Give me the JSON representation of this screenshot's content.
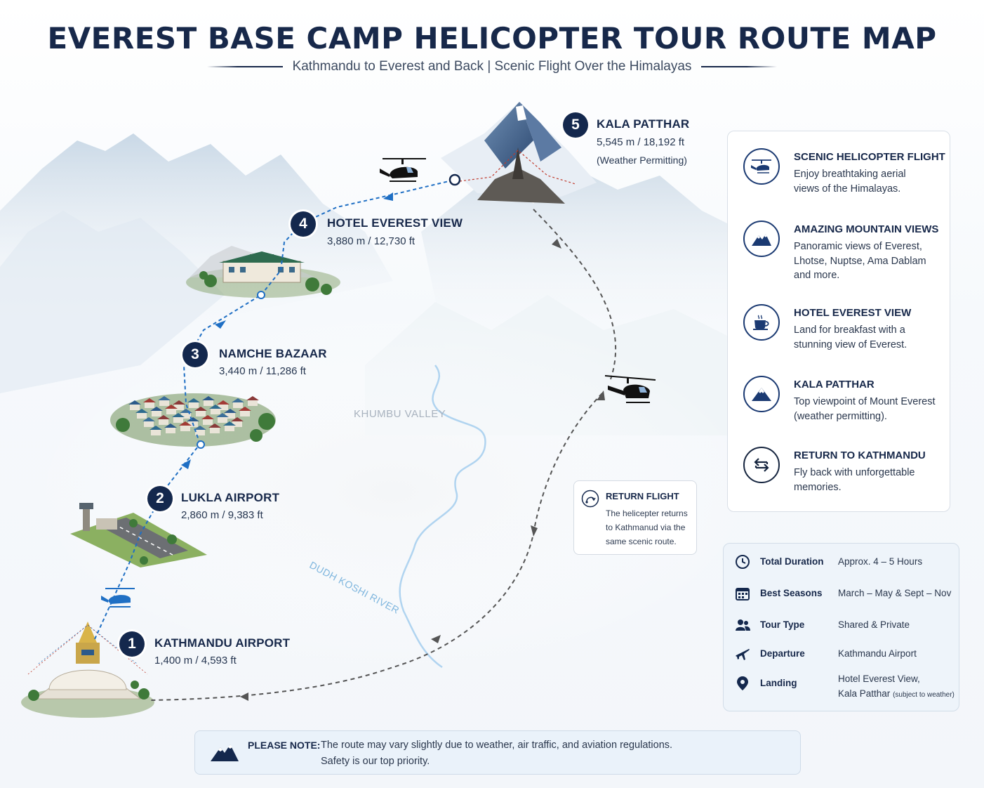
{
  "title": "EVEREST BASE CAMP HELICOPTER TOUR ROUTE MAP",
  "subtitle": "Kathmandu to Everest and Back | Scenic Flight Over the Himalayas",
  "stops": [
    {
      "number": "1",
      "name": "KATHMANDU AIRPORT",
      "altitude": "1,400 m / 4,593 ft"
    },
    {
      "number": "2",
      "name": "LUKLA AIRPORT",
      "altitude": "2,860 m / 9,383 ft"
    },
    {
      "number": "3",
      "name": "NAMCHE BAZAAR",
      "altitude": "3,440 m / 11,286 ft"
    },
    {
      "number": "4",
      "name": "HOTEL EVEREST VIEW",
      "altitude": "3,880 m / 12,730 ft"
    },
    {
      "number": "5",
      "name": "KALA PATTHAR",
      "altitude": "5,545 m / 18,192 ft",
      "note": "(Weather Permitting)"
    }
  ],
  "map_labels": {
    "valley": "KHUMBU VALLEY",
    "river": "DUDH KOSHI RIVER"
  },
  "return_flight": {
    "title": "RETURN FLIGHT",
    "lines": [
      "The helicepter returns",
      "to Kathmanud via the",
      "same scenic route."
    ],
    "icon": "return-route-icon"
  },
  "features": [
    {
      "icon": "helicopter-icon",
      "title": "SCENIC HELICOPTER FLIGHT",
      "lines": [
        "Enjoy breathtaking aerial",
        "views of the Himalayas."
      ]
    },
    {
      "icon": "mountain-icon",
      "title": "AMAZING MOUNTAIN VIEWS",
      "lines": [
        "Panoramic views of Everest,",
        "Lhotse, Nuptse, Ama Dablam",
        "and more."
      ]
    },
    {
      "icon": "coffee-cup-icon",
      "title": "HOTEL EVEREST VIEW",
      "lines": [
        "Land for breakfast with a",
        "stunning view of Everest."
      ]
    },
    {
      "icon": "summit-icon",
      "title": "KALA PATTHAR",
      "lines": [
        "Top viewpoint of Mount Everest",
        "(weather permitting)."
      ]
    },
    {
      "icon": "return-arrows-icon",
      "title": "RETURN TO KATHMANDU",
      "lines": [
        "Fly back with unforgettable",
        "memories."
      ]
    }
  ],
  "tour_info": [
    {
      "icon": "clock-icon",
      "label": "Total Duration",
      "value": "Approx. 4 – 5 Hours"
    },
    {
      "icon": "calendar-icon",
      "label": "Best Seasons",
      "value": "March – May & Sept – Nov"
    },
    {
      "icon": "people-icon",
      "label": "Tour Type",
      "value": "Shared & Private"
    },
    {
      "icon": "plane-icon",
      "label": "Departure",
      "value": "Kathmandu Airport"
    },
    {
      "icon": "location-pin-icon",
      "label": "Landing",
      "value": "Hotel Everest View,",
      "value_line2": "Kala Patthar",
      "value_line2_small": "(subject to weather)"
    }
  ],
  "note": {
    "label": "PLEASE NOTE:",
    "line1": "The route may vary slightly due to weather, air traffic, and aviation regulations.",
    "line2": "Safety is our top priority."
  },
  "colors": {
    "navy": "#14284d",
    "route_blue": "#1f6fc4",
    "return_grey": "#555555",
    "river_blue": "#a9cfee",
    "panel_bg": "#eef4fa"
  }
}
